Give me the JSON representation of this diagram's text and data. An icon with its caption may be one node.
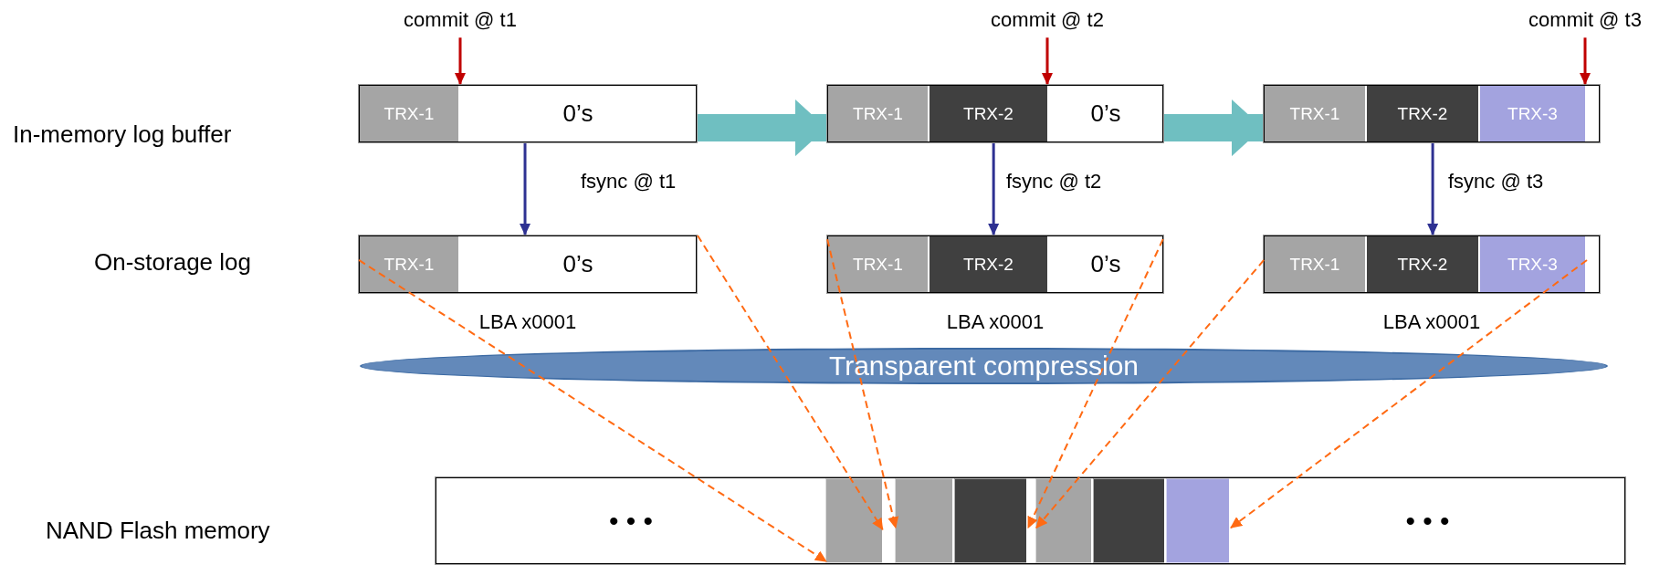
{
  "diagram": {
    "nodes": [
      {
        "text": [
          "commit @ t1"
        ]
      },
      {
        "text": [],
        "shape": "box"
      },
      {
        "text": [
          "TRX-1"
        ],
        "in": 1
      },
      {
        "text": [
          "0’s"
        ],
        "in": 1
      },
      {
        "text": [],
        "shape": "box",
        "beside": [
          "LBA x0001"
        ]
      },
      {
        "text": [
          "TRX-1"
        ],
        "in": 4
      },
      {
        "text": [
          "0’s"
        ],
        "in": 4
      },
      {
        "text": [
          "commit @ t2"
        ]
      },
      {
        "text": [],
        "shape": "box"
      },
      {
        "text": [
          "TRX-1"
        ],
        "in": 8
      },
      {
        "text": [
          "TRX-2"
        ],
        "in": 8
      },
      {
        "text": [
          "0’s"
        ],
        "in": 8
      },
      {
        "text": [],
        "shape": "box",
        "beside": [
          "LBA x0001"
        ]
      },
      {
        "text": [
          "TRX-1"
        ],
        "in": 12
      },
      {
        "text": [
          "TRX-2"
        ],
        "in": 12
      },
      {
        "text": [
          "0’s"
        ],
        "in": 12
      },
      {
        "text": [
          "commit @ t3"
        ]
      },
      {
        "text": [],
        "shape": "box"
      },
      {
        "text": [
          "TRX-1"
        ],
        "in": 17
      },
      {
        "text": [
          "TRX-2"
        ],
        "in": 17
      },
      {
        "text": [
          "TRX-3"
        ],
        "in": 17
      },
      {
        "text": [],
        "shape": "box",
        "beside": [
          "LBA x0001"
        ]
      },
      {
        "text": [
          "TRX-1"
        ],
        "in": 21
      },
      {
        "text": [
          "TRX-2"
        ],
        "in": 21
      },
      {
        "text": [
          "TRX-3"
        ],
        "in": 21
      },
      {
        "text": [
          "Transparent compression"
        ]
      },
      {
        "text": [],
        "shape": "box"
      },
      {
        "text": [
          "• • •"
        ],
        "in": 26
      },
      {
        "text": [],
        "shape": "box",
        "in": 26
      },
      {
        "text": [],
        "shape": "box",
        "in": 26
      },
      {
        "text": [],
        "shape": "box",
        "in": 26
      },
      {
        "text": [],
        "shape": "box",
        "in": 26
      },
      {
        "text": [],
        "shape": "box",
        "in": 26
      },
      {
        "text": [],
        "shape": "box",
        "in": 26
      },
      {
        "text": [
          "• • •"
        ],
        "in": 26
      }
    ],
    "edges": [
      {
        "from": 0,
        "to": 1,
        "arrow": "to",
        "color": "#c00000"
      },
      {
        "from": 1,
        "to": 4,
        "arrow": "to",
        "label": "fsync @ t1",
        "color": "#2e3192"
      },
      {
        "from": 1,
        "to": 8,
        "arrow": "to",
        "style": "thick",
        "color": "#6fbfc1"
      },
      {
        "from": 7,
        "to": 8,
        "arrow": "to",
        "color": "#c00000"
      },
      {
        "from": 8,
        "to": 12,
        "arrow": "to",
        "label": "fsync @ t2",
        "color": "#2e3192"
      },
      {
        "from": 8,
        "to": 17,
        "arrow": "to",
        "style": "thick",
        "color": "#6fbfc1"
      },
      {
        "from": 16,
        "to": 17,
        "arrow": "to",
        "color": "#c00000"
      },
      {
        "from": 17,
        "to": 21,
        "arrow": "to",
        "label": "fsync @ t3",
        "color": "#2e3192"
      },
      {
        "from": 5,
        "to": 28,
        "arrow": "to",
        "style": "dashed"
      },
      {
        "from": 6,
        "to": 28,
        "arrow": "to",
        "style": "dashed"
      },
      {
        "from": 13,
        "to": 29,
        "arrow": "to",
        "style": "dashed"
      },
      {
        "from": 15,
        "to": 30,
        "arrow": "to",
        "style": "dashed"
      },
      {
        "from": 22,
        "to": 31,
        "arrow": "to",
        "style": "dashed"
      },
      {
        "from": 24,
        "to": 33,
        "arrow": "to",
        "style": "dashed"
      }
    ],
    "labels": [
      "In-memory log buffer",
      "On-storage log",
      "NAND Flash memory"
    ]
  }
}
